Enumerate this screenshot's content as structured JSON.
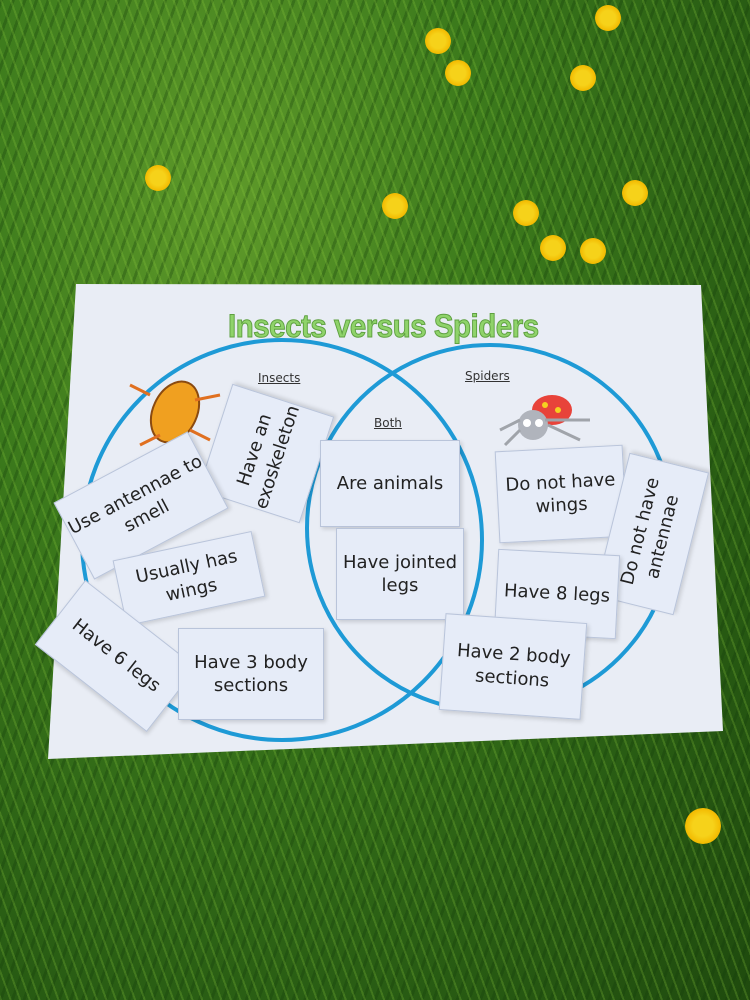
{
  "title": "Insects versus Spiders",
  "labels": {
    "insects": "Insects",
    "both": "Both",
    "spiders": "Spiders"
  },
  "cards": {
    "insects": [
      "Have an exoskeleton",
      "Use antennae to smell",
      "Usually has wings",
      "Have 6 legs",
      "Have 3 body sections"
    ],
    "both": [
      "Are animals",
      "Have jointed legs"
    ],
    "spiders": [
      "Do not have wings",
      "Do not have antennae",
      "Have 8 legs",
      "Have 2 body sections"
    ]
  },
  "colors": {
    "circle": "#1e9ad6",
    "title": "#8fd36a",
    "card": "#e6ecf8",
    "paper": "#e9edf5"
  }
}
